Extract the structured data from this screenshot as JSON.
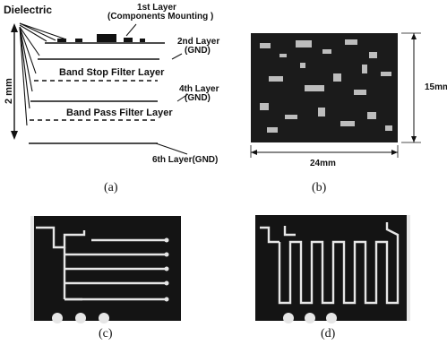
{
  "panel_a": {
    "dielectric": "Dielectric",
    "layer1": "1st Layer",
    "layer1_sub": "(Components Mounting  )",
    "layer2": "2nd Layer",
    "layer2_sub": "(GND)",
    "band_stop": "Band Stop Filter Layer",
    "layer4": "4th Layer",
    "layer4_sub": "(GND)",
    "band_pass": "Band Pass Filter Layer",
    "layer6": "6th Layer(GND)",
    "thickness": "2 mm",
    "caption": "(a)"
  },
  "panel_b": {
    "height_dim": "15mm",
    "width_dim": "24mm",
    "caption": "(b)"
  },
  "panel_c": {
    "caption": "(c)"
  },
  "panel_d": {
    "caption": "(d)"
  }
}
